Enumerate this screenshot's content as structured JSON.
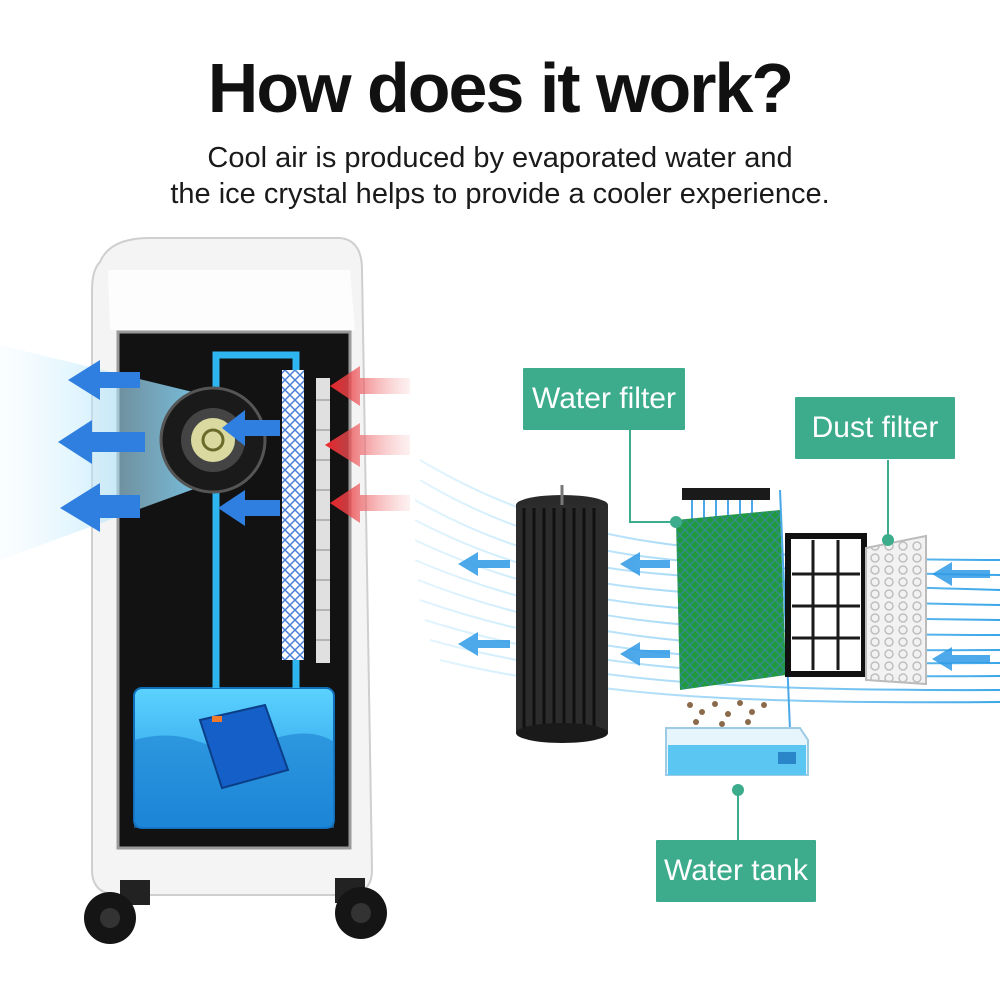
{
  "heading": {
    "title": "How does it work?",
    "subtitle_line1": "Cool air is produced by evaporated water and",
    "subtitle_line2": "the ice crystal helps to provide a cooler experience."
  },
  "callouts": {
    "water_filter": "Water filter",
    "dust_filter": "Dust filter",
    "water_tank": "Water tank"
  },
  "colors": {
    "callout_bg": "#3dac8c",
    "water": "#2fb5f0",
    "air_flow": "#3a9ce0",
    "warm_air": "#e8242a",
    "cooling_pad": "#1f9a3c"
  }
}
